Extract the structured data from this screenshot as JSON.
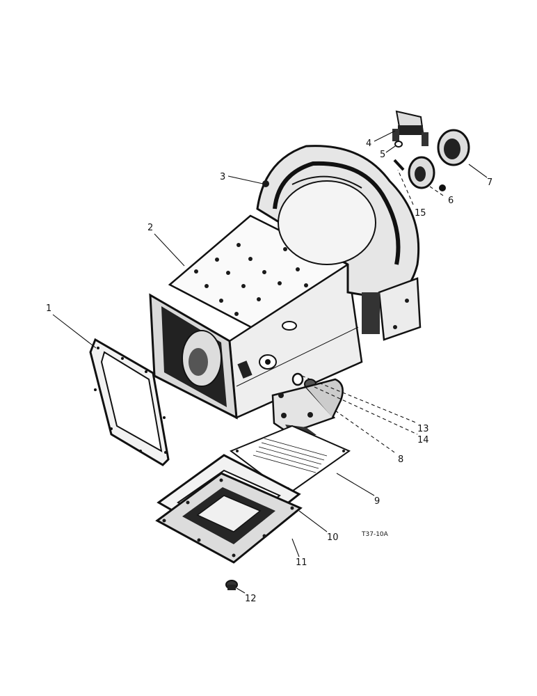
{
  "diagram": {
    "figure_code": "T37-10A",
    "part_numbers": [
      "1",
      "2",
      "3",
      "4",
      "5",
      "6",
      "7",
      "8",
      "9",
      "10",
      "11",
      "12",
      "13",
      "14",
      "15"
    ],
    "parts": [
      {
        "id": "gasket-side",
        "callout": "1"
      },
      {
        "id": "transmission-housing",
        "callout": "2"
      },
      {
        "id": "plug-top",
        "callout": "3"
      },
      {
        "id": "bracket",
        "callout": "4"
      },
      {
        "id": "lock-washer",
        "callout": "5"
      },
      {
        "id": "bearing-retainer",
        "callout": "6"
      },
      {
        "id": "seal-ring",
        "callout": "7"
      },
      {
        "id": "pump-body",
        "callout": "8"
      },
      {
        "id": "screen-plate",
        "callout": "9"
      },
      {
        "id": "gasket-bottom",
        "callout": "10"
      },
      {
        "id": "sump-cover",
        "callout": "11"
      },
      {
        "id": "drain-plug",
        "callout": "12"
      },
      {
        "id": "snap-ring",
        "callout": "13"
      },
      {
        "id": "plug-side",
        "callout": "14"
      },
      {
        "id": "stud",
        "callout": "15"
      }
    ]
  }
}
